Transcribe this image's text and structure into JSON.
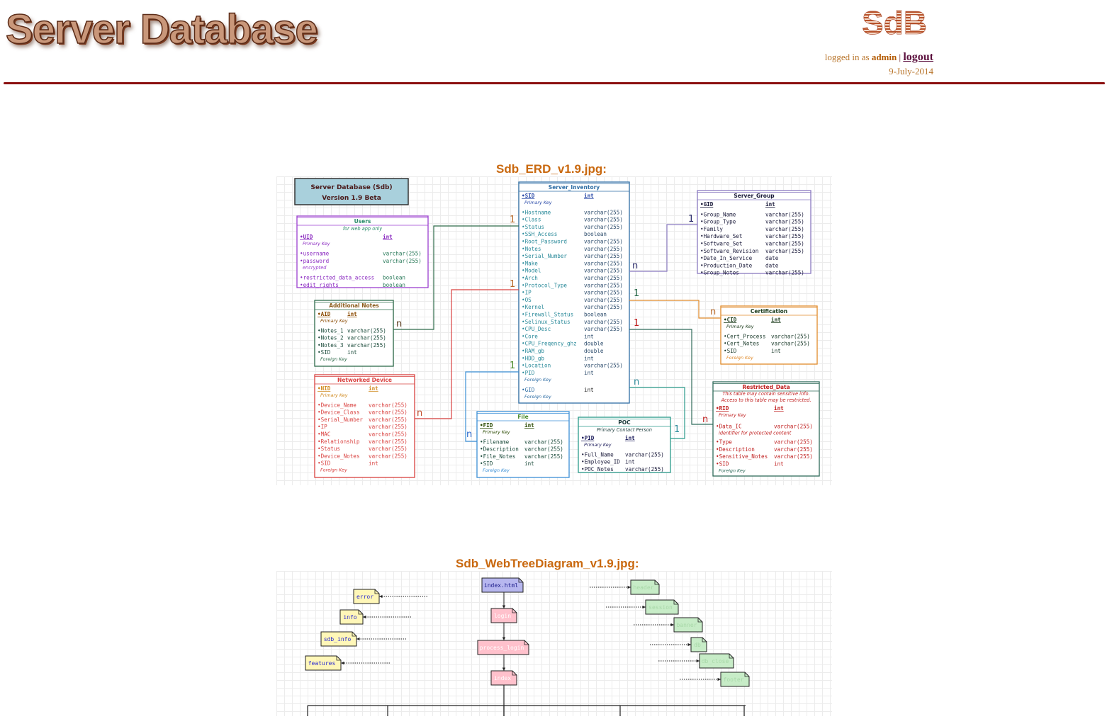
{
  "header": {
    "title": "Server Database",
    "logo_text": "SdB",
    "logged_in_prefix": "logged in as",
    "username": "admin",
    "separator": "|",
    "logout_label": "logout",
    "date": "9-July-2014"
  },
  "figures": [
    {
      "title": "Sdb_ERD_v1.9.jpg:"
    },
    {
      "title": "Sdb_WebTreeDiagram_v1.9.jpg:"
    }
  ],
  "erd": {
    "banner": {
      "line1": "Server Database (Sdb)",
      "line2": "Version 1.9 Beta"
    },
    "tables": {
      "users": {
        "name": "Users",
        "subtitle": "for web app only",
        "pk": "UID",
        "pk_type": "int",
        "pk_label": "Primary Key",
        "fields": [
          [
            "username",
            "varchar(255)"
          ],
          [
            "password",
            "varchar(255)"
          ],
          [
            "restricted_data_access",
            "boolean"
          ],
          [
            "edit_rights",
            "boolean"
          ]
        ],
        "note": "encrypted"
      },
      "additional_notes": {
        "name": "Additional Notes",
        "pk": "AID",
        "pk_type": "int",
        "pk_label": "Primary Key",
        "fields": [
          [
            "Notes_1",
            "varchar(255)"
          ],
          [
            "Notes_2",
            "varchar(255)"
          ],
          [
            "Notes_3",
            "varchar(255)"
          ],
          [
            "SID",
            "int"
          ]
        ],
        "fk_label": "Foreign Key"
      },
      "networked_device": {
        "name": "Networked Device",
        "pk": "NID",
        "pk_type": "int",
        "pk_label": "Primary Key",
        "fields": [
          [
            "Device_Name",
            "varchar(255)"
          ],
          [
            "Device_Class",
            "varchar(255)"
          ],
          [
            "Serial_Number",
            "varchar(255)"
          ],
          [
            "IP",
            "varchar(255)"
          ],
          [
            "MAC",
            "varchar(255)"
          ],
          [
            "Relationship",
            "varchar(255)"
          ],
          [
            "Status",
            "varchar(255)"
          ],
          [
            "Device_Notes",
            "varchar(255)"
          ],
          [
            "SID",
            "int"
          ]
        ],
        "fk_label": "Foreign Key"
      },
      "server_inventory": {
        "name": "Server_Inventory",
        "pk": "SID",
        "pk_type": "int",
        "pk_label": "Primary Key",
        "fields": [
          [
            "Hostname",
            "varchar(255)"
          ],
          [
            "Class",
            "varchar(255)"
          ],
          [
            "Status",
            "varchar(255)"
          ],
          [
            "SSH_Access",
            "boolean"
          ],
          [
            "Root_Password",
            "varchar(255)"
          ],
          [
            "Notes",
            "varchar(255)"
          ],
          [
            "Serial_Number",
            "varchar(255)"
          ],
          [
            "Make",
            "varchar(255)"
          ],
          [
            "Model",
            "varchar(255)"
          ],
          [
            "Arch",
            "varchar(255)"
          ],
          [
            "Protocol_Type",
            "varchar(255)"
          ],
          [
            "IP",
            "varchar(255)"
          ],
          [
            "OS",
            "varchar(255)"
          ],
          [
            "Kernel",
            "varchar(255)"
          ],
          [
            "Firewall_Status",
            "boolean"
          ],
          [
            "Selinux_Status",
            "varchar(255)"
          ],
          [
            "CPU_Desc",
            "varchar(255)"
          ],
          [
            "Core",
            "int"
          ],
          [
            "CPU_Freqency_ghz",
            "double"
          ],
          [
            "RAM_gb",
            "double"
          ],
          [
            "HDD_gb",
            "int"
          ],
          [
            "Location",
            "varchar(255)"
          ],
          [
            "PID",
            "int"
          ]
        ],
        "fk1_label": "Foreign Key",
        "gid": [
          "GID",
          "int"
        ],
        "fk2_label": "Foreign Key"
      },
      "file": {
        "name": "File",
        "pk": "FID",
        "pk_type": "int",
        "pk_label": "Primary Key",
        "fields": [
          [
            "Filename",
            "varchar(255)"
          ],
          [
            "Description",
            "varchar(255)"
          ],
          [
            "File_Notes",
            "varchar(255)"
          ],
          [
            "SID",
            "int"
          ]
        ],
        "fk_label": "Foreign Key"
      },
      "poc": {
        "name": "POC",
        "subtitle": "Primary Contact Person",
        "pk": "PID",
        "pk_type": "int",
        "pk_label": "Primary Key",
        "fields": [
          [
            "Full_Name",
            "varchar(255)"
          ],
          [
            "Employee_ID",
            "int"
          ],
          [
            "POC_Notes",
            "varchar(255)"
          ]
        ]
      },
      "server_group": {
        "name": "Server_Group",
        "pk": "GID",
        "pk_type": "int",
        "fields": [
          [
            "Group_Name",
            "varchar(255)"
          ],
          [
            "Group_Type",
            "varchar(255)"
          ],
          [
            "Family",
            "varchar(255)"
          ],
          [
            "Hardware_Set",
            "varchar(255)"
          ],
          [
            "Software_Set",
            "varchar(255)"
          ],
          [
            "Software_Revision",
            "varchar(255)"
          ],
          [
            "Date_In_Service",
            "date"
          ],
          [
            "Production_Date",
            "date"
          ],
          [
            "Group_Notes",
            "varchar(255)"
          ]
        ]
      },
      "certification": {
        "name": "Certification",
        "pk": "CID",
        "pk_type": "int",
        "pk_label": "Primary Key",
        "fields": [
          [
            "Cert_Process",
            "varchar(255)"
          ],
          [
            "Cert_Notes",
            "varchar(255)"
          ],
          [
            "SID",
            "int"
          ]
        ],
        "fk_label": "Foreign Key"
      },
      "restricted_data": {
        "name": "Restricted_Data",
        "warn1": "This table may contain sensitive info.",
        "warn2": "Access to this table may be restricted.",
        "pk": "RID",
        "pk_type": "int",
        "pk_label": "Primary Key",
        "data_ic": [
          "Data_IC",
          "varchar(255)"
        ],
        "data_ic_note": "identifier for protected content",
        "fields": [
          [
            "Type",
            "varchar(255)"
          ],
          [
            "Description",
            "varchar(255)"
          ],
          [
            "Sensitive_Notes",
            "varchar(255)"
          ],
          [
            "SID",
            "int"
          ]
        ],
        "fk_label": "Foreign Key"
      }
    },
    "cardinality": {
      "one": "1",
      "many": "n"
    },
    "colors": {
      "users": "#9b3fd0",
      "notes": "#2e6b4a",
      "device": "#d9413f",
      "inventory": "#2e6da4",
      "file": "#3b8fd6",
      "poc": "#2a9a8a",
      "group": "#8a7ac0",
      "cert": "#e08a2a",
      "restricted": "#2f6b5a"
    }
  },
  "tree": {
    "left": [
      "error",
      "info",
      "sdb_info",
      "features"
    ],
    "center": [
      "index.html",
      "login",
      "process_login",
      "index"
    ],
    "right": [
      "header",
      "session",
      "banner",
      "db",
      "db_close",
      "footer"
    ]
  }
}
